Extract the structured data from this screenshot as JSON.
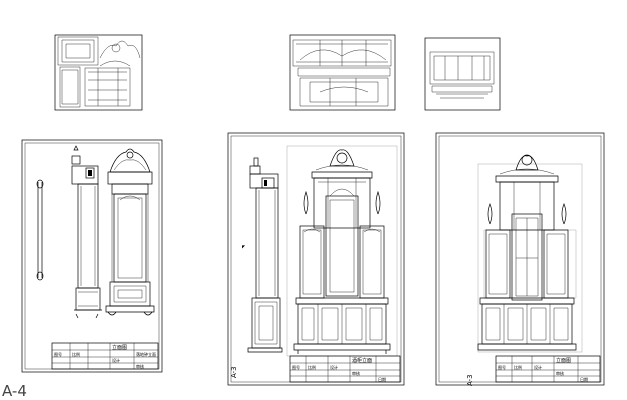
{
  "drawing_set": {
    "sheet_label": "A-4",
    "sheets": [
      {
        "id": "sheet-clock",
        "title_block": {
          "cell_a": "立面图",
          "cell_b": "落地钟立面",
          "cell_c": "图号",
          "cell_d": "比例",
          "cell_e": "设计",
          "cell_f": "审核"
        }
      },
      {
        "id": "sheet-cabinet-1",
        "side_label": "A-3",
        "title_block": {
          "cell_a": "酒柜立面",
          "cell_b": "图号",
          "cell_c": "比例",
          "cell_d": "设计",
          "cell_e": "审核",
          "cell_f": "日期"
        }
      },
      {
        "id": "sheet-cabinet-2",
        "side_label": "A-3",
        "title_block": {
          "cell_a": "立面图",
          "cell_b": "图号",
          "cell_c": "比例",
          "cell_d": "设计",
          "cell_e": "审核",
          "cell_f": "日期"
        }
      }
    ]
  }
}
